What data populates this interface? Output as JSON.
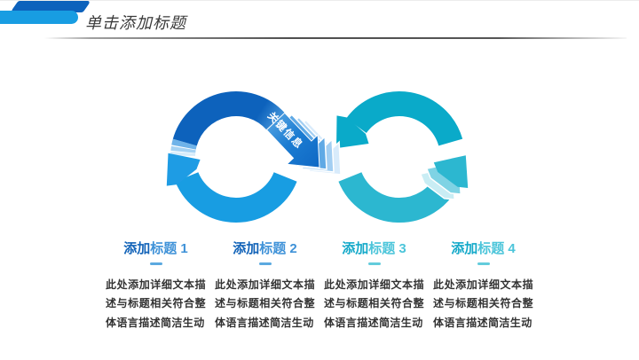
{
  "slide": {
    "header": {
      "title": "单击添加标题",
      "deco_dark_color": "#0d62bc",
      "deco_light_color": "#189de2"
    },
    "diagram": {
      "badge_label": "关键信息",
      "colors": {
        "left_loop_dark_blue": "#0d62bc",
        "left_loop_light_blue": "#189de2",
        "right_loop_teal": "#0aaac9",
        "right_loop_teal_light": "#2cb7d0"
      }
    },
    "columns": [
      {
        "title_accent": "添加",
        "title_rest": "标题 1",
        "accent_color": "#1263b8",
        "rest_color": "#3f92d8",
        "dash_color": "#5ba9e0",
        "body": "此处添加详细文本描述与标题相关符合整体语言描述简洁生动"
      },
      {
        "title_accent": "添加",
        "title_rest": "标题 2",
        "accent_color": "#1263b8",
        "rest_color": "#3f92d8",
        "dash_color": "#5ba9e0",
        "body": "此处添加详细文本描述与标题相关符合整体语言描述简洁生动"
      },
      {
        "title_accent": "添加",
        "title_rest": "标题 3",
        "accent_color": "#14a9c9",
        "rest_color": "#4cc5da",
        "dash_color": "#63ccdc",
        "body": "此处添加详细文本描述与标题相关符合整体语言描述简洁生动"
      },
      {
        "title_accent": "添加",
        "title_rest": "标题 4",
        "accent_color": "#14a9c9",
        "rest_color": "#4cc5da",
        "dash_color": "#63ccdc",
        "body": "此处添加详细文本描述与标题相关符合整体语言描述简洁生动"
      }
    ]
  }
}
